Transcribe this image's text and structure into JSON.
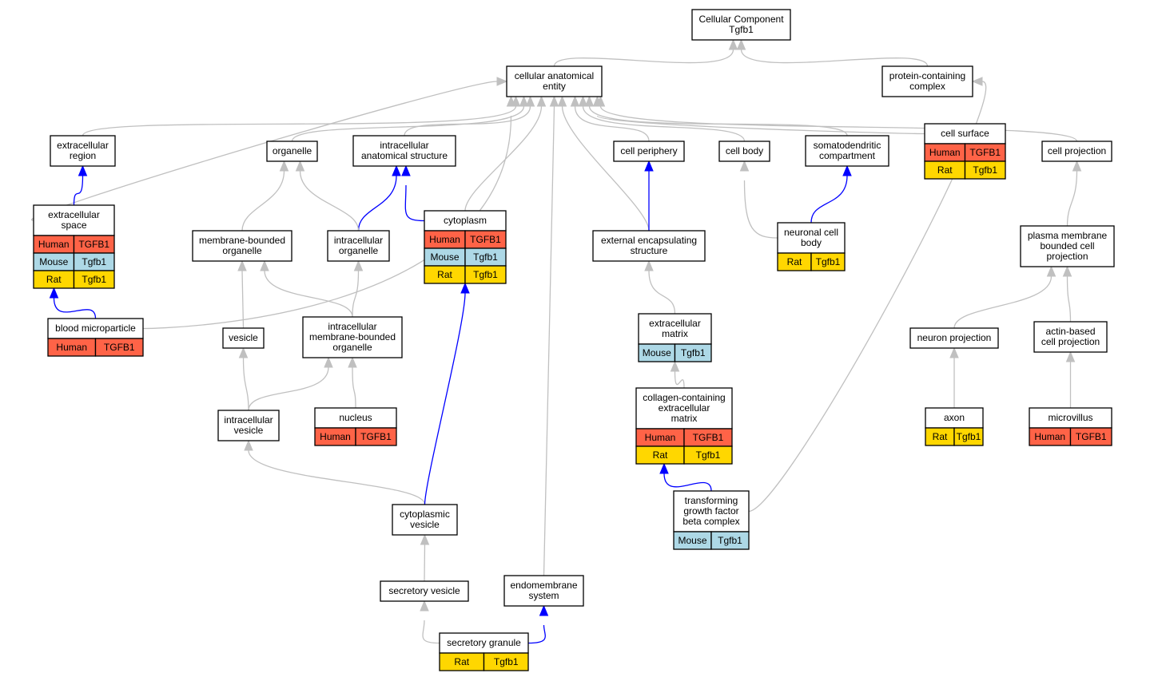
{
  "colors": {
    "human": "#FF6347",
    "mouse": "#ADD8E6",
    "rat": "#FFD700",
    "edge_is_a": "#C0C0C0",
    "edge_part_of": "#0000FF"
  },
  "nodes": {
    "root": {
      "lines": [
        "Cellular Component",
        "Tgfb1"
      ],
      "annotations": []
    },
    "cae": {
      "lines": [
        "cellular anatomical",
        "entity"
      ],
      "annotations": []
    },
    "pcc": {
      "lines": [
        "protein-containing",
        "complex"
      ],
      "annotations": []
    },
    "exreg": {
      "lines": [
        "extracellular",
        "region"
      ],
      "annotations": []
    },
    "organelle": {
      "lines": [
        "organelle"
      ],
      "annotations": []
    },
    "ias": {
      "lines": [
        "intracellular",
        "anatomical structure"
      ],
      "annotations": []
    },
    "cellper": {
      "lines": [
        "cell periphery"
      ],
      "annotations": []
    },
    "cellbody": {
      "lines": [
        "cell body"
      ],
      "annotations": []
    },
    "somato": {
      "lines": [
        "somatodendritic",
        "compartment"
      ],
      "annotations": []
    },
    "cellsurf": {
      "lines": [
        "cell surface"
      ],
      "annotations": [
        [
          "Human",
          "TGFB1"
        ],
        [
          "Rat",
          "Tgfb1"
        ]
      ]
    },
    "cellproj": {
      "lines": [
        "cell projection"
      ],
      "annotations": []
    },
    "exspace": {
      "lines": [
        "extracellular",
        "space"
      ],
      "annotations": [
        [
          "Human",
          "TGFB1"
        ],
        [
          "Mouse",
          "Tgfb1"
        ],
        [
          "Rat",
          "Tgfb1"
        ]
      ]
    },
    "mbo": {
      "lines": [
        "membrane-bounded",
        "organelle"
      ],
      "annotations": []
    },
    "intorg": {
      "lines": [
        "intracellular",
        "organelle"
      ],
      "annotations": []
    },
    "cyto": {
      "lines": [
        "cytoplasm"
      ],
      "annotations": [
        [
          "Human",
          "TGFB1"
        ],
        [
          "Mouse",
          "Tgfb1"
        ],
        [
          "Rat",
          "Tgfb1"
        ]
      ]
    },
    "ees": {
      "lines": [
        "external encapsulating",
        "structure"
      ],
      "annotations": []
    },
    "ncb": {
      "lines": [
        "neuronal cell",
        "body"
      ],
      "annotations": [
        [
          "Rat",
          "Tgfb1"
        ]
      ]
    },
    "pmbcp": {
      "lines": [
        "plasma membrane",
        "bounded cell",
        "projection"
      ],
      "annotations": []
    },
    "bmp": {
      "lines": [
        "blood microparticle"
      ],
      "annotations": [
        [
          "Human",
          "TGFB1"
        ]
      ]
    },
    "vesicle": {
      "lines": [
        "vesicle"
      ],
      "annotations": []
    },
    "imbo": {
      "lines": [
        "intracellular",
        "membrane-bounded",
        "organelle"
      ],
      "annotations": []
    },
    "ecm": {
      "lines": [
        "extracellular",
        "matrix"
      ],
      "annotations": [
        [
          "Mouse",
          "Tgfb1"
        ]
      ]
    },
    "neuproj": {
      "lines": [
        "neuron projection"
      ],
      "annotations": []
    },
    "abcp": {
      "lines": [
        "actin-based",
        "cell projection"
      ],
      "annotations": []
    },
    "intves": {
      "lines": [
        "intracellular",
        "vesicle"
      ],
      "annotations": []
    },
    "nucleus": {
      "lines": [
        "nucleus"
      ],
      "annotations": [
        [
          "Human",
          "TGFB1"
        ]
      ]
    },
    "ccecm": {
      "lines": [
        "collagen-containing",
        "extracellular",
        "matrix"
      ],
      "annotations": [
        [
          "Human",
          "TGFB1"
        ],
        [
          "Rat",
          "Tgfb1"
        ]
      ]
    },
    "axon": {
      "lines": [
        "axon"
      ],
      "annotations": [
        [
          "Rat",
          "Tgfb1"
        ]
      ]
    },
    "microv": {
      "lines": [
        "microvillus"
      ],
      "annotations": [
        [
          "Human",
          "TGFB1"
        ]
      ]
    },
    "cytoves": {
      "lines": [
        "cytoplasmic",
        "vesicle"
      ],
      "annotations": []
    },
    "tgfbc": {
      "lines": [
        "transforming",
        "growth factor",
        "beta complex"
      ],
      "annotations": [
        [
          "Mouse",
          "Tgfb1"
        ]
      ]
    },
    "secves": {
      "lines": [
        "secretory vesicle"
      ],
      "annotations": []
    },
    "endo": {
      "lines": [
        "endomembrane",
        "system"
      ],
      "annotations": []
    },
    "secgran": {
      "lines": [
        "secretory granule"
      ],
      "annotations": [
        [
          "Rat",
          "Tgfb1"
        ]
      ]
    }
  }
}
